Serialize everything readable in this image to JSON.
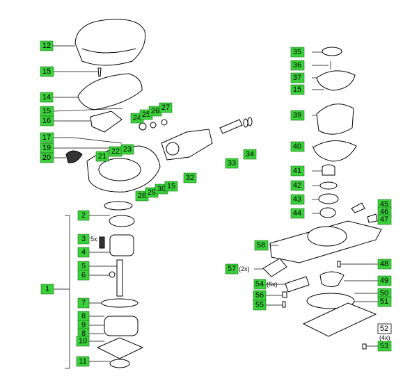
{
  "labels": {
    "l1": "1",
    "l2": "2",
    "l3": "3",
    "l4": "4",
    "l5": "5",
    "l6": "6",
    "l7": "7",
    "l8a": "8",
    "l8b": "8",
    "l9": "9",
    "l10": "10",
    "l11": "11",
    "l12": "12",
    "l14": "14",
    "l15a": "15",
    "l15b": "15",
    "l15c": "15",
    "l15d": "15",
    "l16": "16",
    "l17": "17",
    "l19": "19",
    "l20": "20",
    "l21": "21",
    "l22": "22",
    "l23": "23",
    "l24": "24",
    "l25": "25",
    "l26": "26",
    "l27": "27",
    "l28": "28",
    "l29": "29",
    "l30": "30",
    "l32": "32",
    "l33": "33",
    "l34": "34",
    "l35": "35",
    "l36": "36",
    "l37": "37",
    "l39": "39",
    "l40": "40",
    "l41": "41",
    "l42": "42",
    "l43": "43",
    "l44": "44",
    "l45": "45",
    "l46": "46",
    "l47": "47",
    "l48": "48",
    "l49": "49",
    "l50": "50",
    "l51": "51",
    "l52": "52",
    "l53": "53",
    "l54": "54",
    "l55": "55",
    "l56": "56",
    "l57": "57",
    "l58": "58"
  },
  "notes": {
    "n3": "5x",
    "n54": "(6x)",
    "n57": "(2x)",
    "n52": "(4x)"
  },
  "colors": {
    "label_fill": "#3ad13a",
    "line": "#000000"
  }
}
